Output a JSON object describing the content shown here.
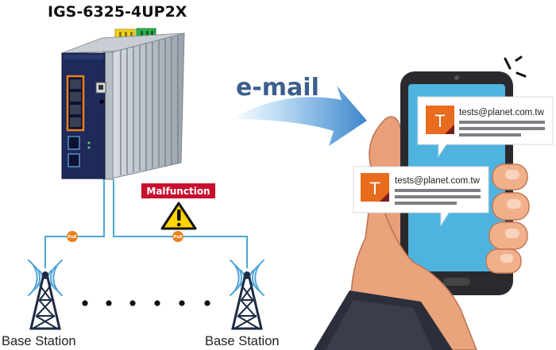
{
  "device": {
    "model": "IGS-6325-4UP2X"
  },
  "flow": {
    "email_label": "e-mail"
  },
  "alert": {
    "label": "Malfunction"
  },
  "links": {
    "poe_left": "PoE",
    "poe_right": "PoE"
  },
  "stations": {
    "left": "Base Station",
    "right": "Base Station"
  },
  "notifications": [
    {
      "avatar": "T",
      "address": "tests@planet.com.tw"
    },
    {
      "avatar": "T",
      "address": "tests@planet.com.tw"
    }
  ],
  "colors": {
    "switch_front": "#1e2a5a",
    "poe_badge": "#e8801d",
    "cable": "#4aa8d8",
    "alert_red": "#c8102e",
    "avatar_orange": "#e86b1e",
    "screen": "#4fb3e0",
    "arrow": "#4a8fd0"
  }
}
